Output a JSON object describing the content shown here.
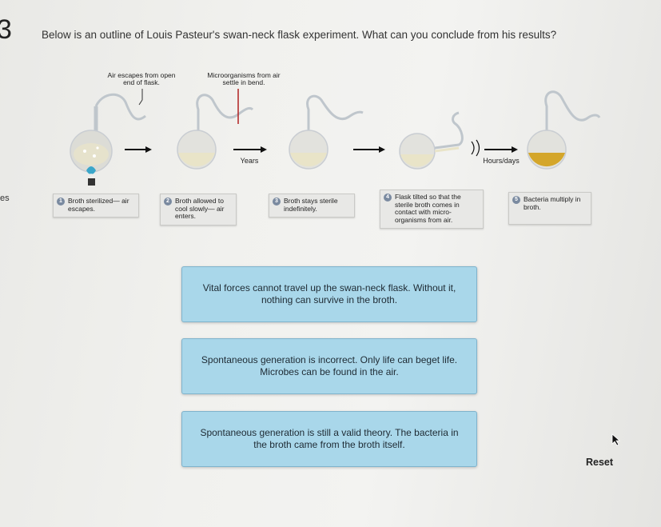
{
  "question": {
    "number": "3",
    "prompt": "Below is an outline of Louis Pasteur's swan-neck flask experiment. What can you conclude from his results?"
  },
  "left_edge_fragment": "es",
  "figure": {
    "labels": {
      "air_escapes": "Air escapes from open end of flask.",
      "microorganisms": "Microorganisms from air settle in bend.",
      "years": "Years",
      "hours_days": "Hours/days"
    },
    "steps": [
      {
        "num": "1",
        "text": "Broth sterilized— air escapes."
      },
      {
        "num": "2",
        "text": "Broth allowed to cool slowly— air enters."
      },
      {
        "num": "3",
        "text": "Broth stays sterile indefinitely."
      },
      {
        "num": "4",
        "text": "Flask tilted so that the sterile broth comes in contact with micro-organisms from air."
      },
      {
        "num": "5",
        "text": "Bacteria multiply in broth."
      }
    ]
  },
  "options": [
    {
      "text": "Vital forces cannot travel up the swan-neck flask. Without it, nothing can survive in the broth."
    },
    {
      "text": "Spontaneous generation is incorrect. Only life can beget life. Microbes can be found in the air."
    },
    {
      "text": "Spontaneous generation is still a valid theory. The bacteria in the broth came from the broth itself."
    }
  ],
  "reset_label": "Reset",
  "colors": {
    "option_bg": "#a9d7ea",
    "option_border": "#7fb3cc",
    "broth_sterile": "#e9e4c8",
    "broth_contaminated": "#d4a62a",
    "flame": "#3aa6c9"
  }
}
